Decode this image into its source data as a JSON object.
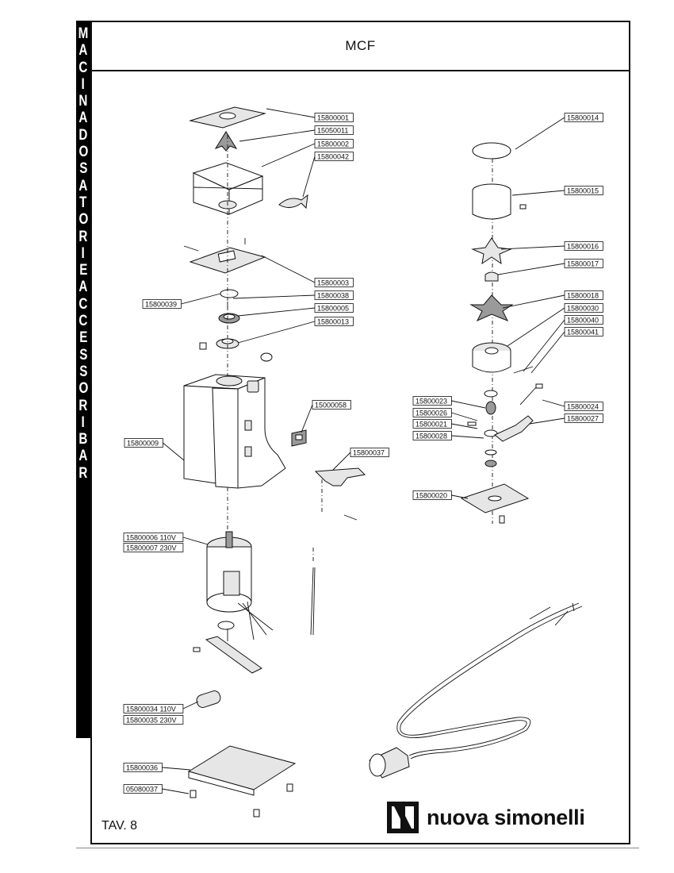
{
  "header": {
    "title": "MCF"
  },
  "sidebar": {
    "text": "MACINADOSATORI E ACCESSORI BAR"
  },
  "footer": {
    "plate": "TAV. 8",
    "brand": "nuova simonelli"
  },
  "part_labels": [
    "15800001",
    "15050011",
    "15800002",
    "15800042",
    "15800003",
    "15800038",
    "15800039",
    "15800005",
    "15800013",
    "15000058",
    "15800009",
    "15800037",
    "15800006 110V",
    "15800007 230V",
    "15800034 110V",
    "15800035 230V",
    "15800036",
    "05080037",
    "15800014",
    "15800015",
    "15800016",
    "15800017",
    "15800018",
    "15800030",
    "15800040",
    "15800041",
    "15800023",
    "15800026",
    "15800021",
    "15800028",
    "15800024",
    "15800027",
    "15800020"
  ]
}
